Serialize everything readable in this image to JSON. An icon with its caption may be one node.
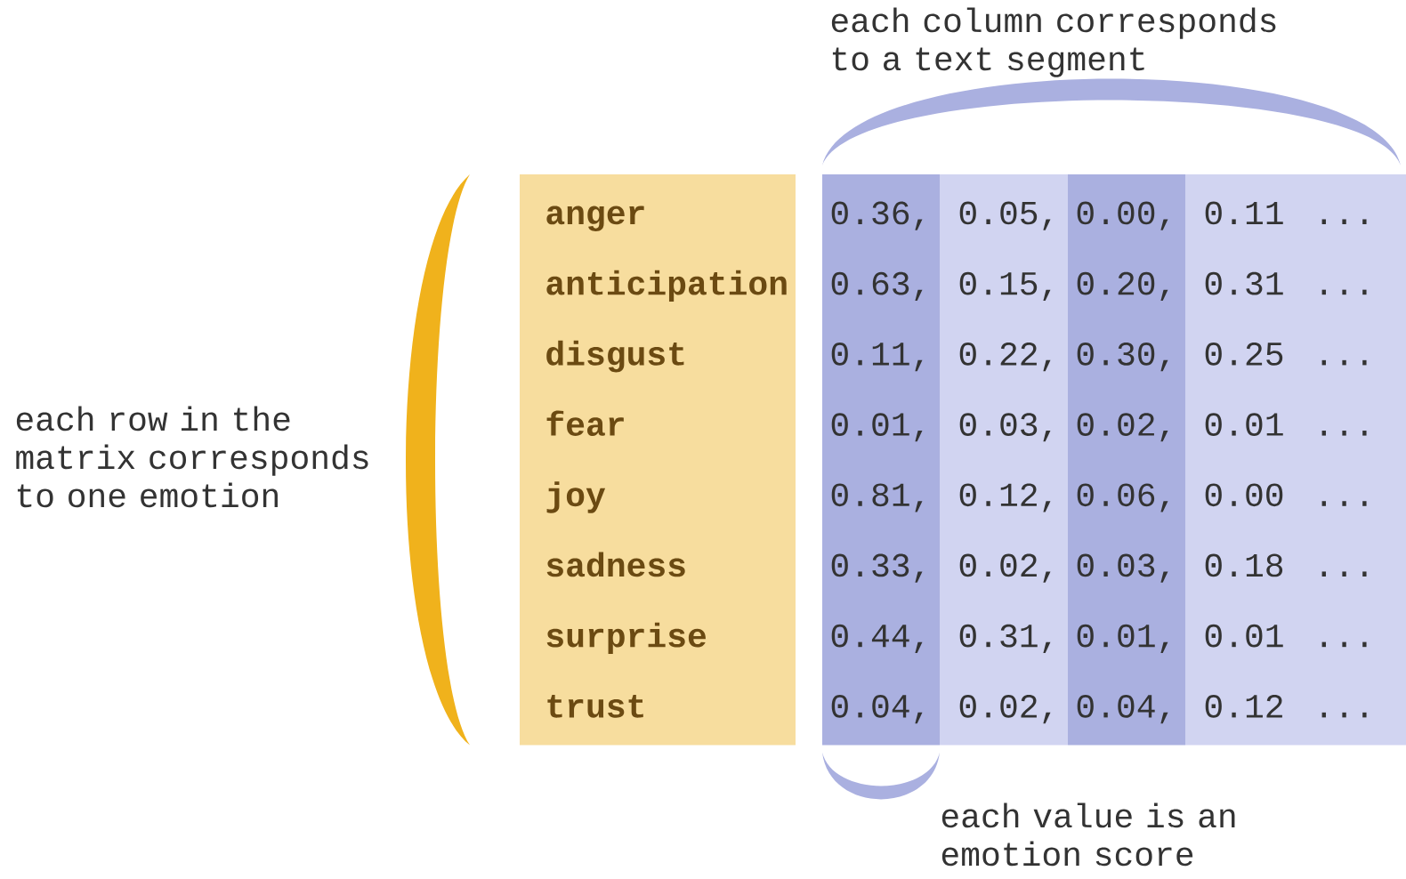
{
  "diagram": {
    "labels": [
      "each column corresponds to a text segment",
      "each row in the matrix corresponds to one emotion",
      "anger",
      "0.36,",
      "0.05,",
      "0.00,",
      "0.11",
      "...",
      "anticipation",
      "0.63,",
      "0.15,",
      "0.20,",
      "0.31",
      "...",
      "disgust",
      "0.11,",
      "0.22,",
      "0.30,",
      "0.25",
      "...",
      "fear",
      "0.01,",
      "0.03,",
      "0.02,",
      "0.01",
      "...",
      "joy",
      "0.81,",
      "0.12,",
      "0.06,",
      "0.00",
      "...",
      "sadness",
      "0.33,",
      "0.02,",
      "0.03,",
      "0.18",
      "...",
      "surprise",
      "0.44,",
      "0.31,",
      "0.01,",
      "0.01",
      "...",
      "trust",
      "0.04,",
      "0.02,",
      "0.04,",
      "0.12",
      "...",
      "each value is an emotion score"
    ]
  }
}
